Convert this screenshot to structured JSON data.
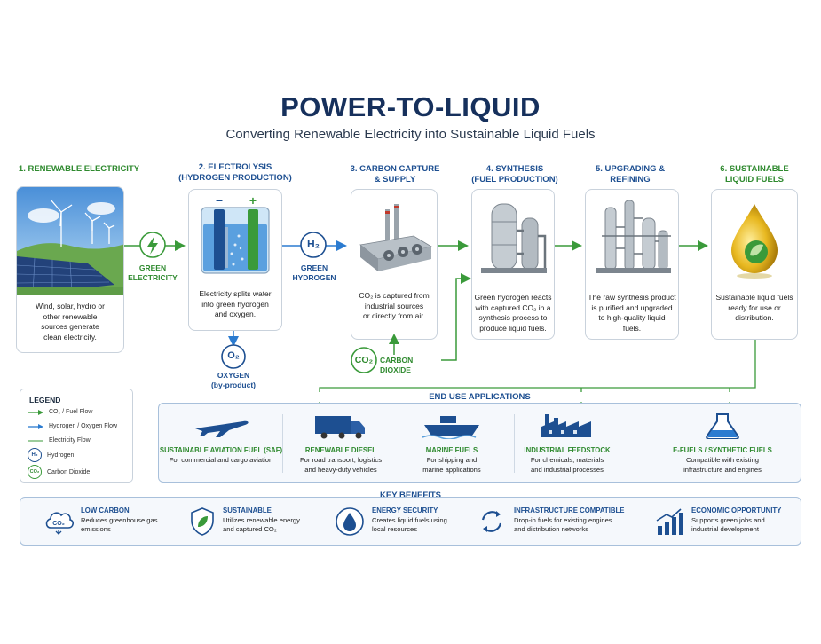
{
  "header": {
    "title": "POWER-TO-LIQUID",
    "subtitle": "Converting Renewable Electricity into Sustainable Liquid Fuels"
  },
  "steps": [
    {
      "title_l1": "1. RENEWABLE ELECTRICITY",
      "title_l2": "",
      "desc_l1": "Wind, solar, hydro or",
      "desc_l2": "other renewable",
      "desc_l3": "sources generate",
      "desc_l4": "clean electricity.",
      "color": "#2f8a2f"
    },
    {
      "title_l1": "2. ELECTROLYSIS",
      "title_l2": "(HYDROGEN PRODUCTION)",
      "desc_l1": "Electricity splits water",
      "desc_l2": "into green hydrogen",
      "desc_l3": "and oxygen.",
      "desc_l4": "",
      "color": "#1d4f91"
    },
    {
      "title_l1": "3. CARBON CAPTURE",
      "title_l2": "& SUPPLY",
      "desc_l1": "CO₂ is captured from",
      "desc_l2": "industrial sources",
      "desc_l3": "or directly from air.",
      "desc_l4": "",
      "color": "#1d4f91"
    },
    {
      "title_l1": "4. SYNTHESIS",
      "title_l2": "(FUEL PRODUCTION)",
      "desc_l1": "Green hydrogen reacts",
      "desc_l2": "with captured CO₂ in a",
      "desc_l3": "synthesis process to",
      "desc_l4": "produce liquid fuels.",
      "color": "#1d4f91"
    },
    {
      "title_l1": "5. UPGRADING &",
      "title_l2": "REFINING",
      "desc_l1": "The raw synthesis product",
      "desc_l2": "is purified and upgraded",
      "desc_l3": "to high-quality liquid",
      "desc_l4": "fuels.",
      "color": "#1d4f91"
    },
    {
      "title_l1": "6. SUSTAINABLE",
      "title_l2": "LIQUID FUELS",
      "desc_l1": "Sustainable liquid fuels",
      "desc_l2": "ready for use or",
      "desc_l3": "distribution.",
      "desc_l4": "",
      "color": "#2f8a2f"
    }
  ],
  "flows": {
    "green_electricity_l1": "GREEN",
    "green_electricity_l2": "ELECTRICITY",
    "h2_symbol": "H₂",
    "green_hydrogen_l1": "GREEN",
    "green_hydrogen_l2": "HYDROGEN",
    "o2_symbol": "O₂",
    "oxygen_l1": "OXYGEN",
    "oxygen_l2": "(by-product)",
    "co2_symbol": "CO₂",
    "carbon_dioxide": "CARBON DIOXIDE"
  },
  "legend": {
    "title": "LEGEND",
    "items": [
      {
        "label": "CO₂ / Fuel Flow"
      },
      {
        "label": "Hydrogen / Oxygen Flow"
      },
      {
        "label": "Electricity Flow"
      },
      {
        "label": "Hydrogen",
        "symbol": "H₂"
      },
      {
        "label": "Carbon Dioxide",
        "symbol": "CO₂"
      }
    ]
  },
  "end_use": {
    "title": "END USE APPLICATIONS",
    "apps": [
      {
        "title": "SUSTAINABLE AVIATION FUEL (SAF)",
        "desc_l1": "For commercial and cargo aviation",
        "desc_l2": "",
        "icon": "airplane-icon"
      },
      {
        "title": "RENEWABLE DIESEL",
        "desc_l1": "For road transport, logistics",
        "desc_l2": "and heavy-duty vehicles",
        "icon": "truck-icon"
      },
      {
        "title": "MARINE FUELS",
        "desc_l1": "For shipping and",
        "desc_l2": "marine applications",
        "icon": "ship-icon"
      },
      {
        "title": "INDUSTRIAL FEEDSTOCK",
        "desc_l1": "For chemicals, materials",
        "desc_l2": "and industrial processes",
        "icon": "factory-icon"
      },
      {
        "title": "E-FUELS / SYNTHETIC FUELS",
        "desc_l1": "Compatible with existing",
        "desc_l2": "infrastructure and engines",
        "icon": "flask-icon"
      }
    ]
  },
  "benefits": {
    "title": "KEY BENEFITS",
    "items": [
      {
        "title": "LOW CARBON",
        "desc_l1": "Reduces greenhouse gas",
        "desc_l2": "emissions",
        "icon": "co2-cloud-icon",
        "icon_text": "CO₂"
      },
      {
        "title": "SUSTAINABLE",
        "desc_l1": "Utilizes renewable energy",
        "desc_l2": "and captured CO₂",
        "icon": "leaf-shield-icon"
      },
      {
        "title": "ENERGY SECURITY",
        "desc_l1": "Creates liquid fuels using",
        "desc_l2": "local resources",
        "icon": "droplet-icon"
      },
      {
        "title": "INFRASTRUCTURE COMPATIBLE",
        "desc_l1": "Drop-in fuels for existing engines",
        "desc_l2": "and distribution networks",
        "icon": "cycle-arrows-icon"
      },
      {
        "title": "ECONOMIC OPPORTUNITY",
        "desc_l1": "Supports green jobs and",
        "desc_l2": "industrial development",
        "icon": "growth-chart-icon"
      }
    ]
  },
  "colors": {
    "navy": "#16305c",
    "blue": "#1d4f91",
    "green": "#2f8a2f",
    "flow_blue": "#2b7bd0",
    "flow_green": "#3a9a3a"
  }
}
